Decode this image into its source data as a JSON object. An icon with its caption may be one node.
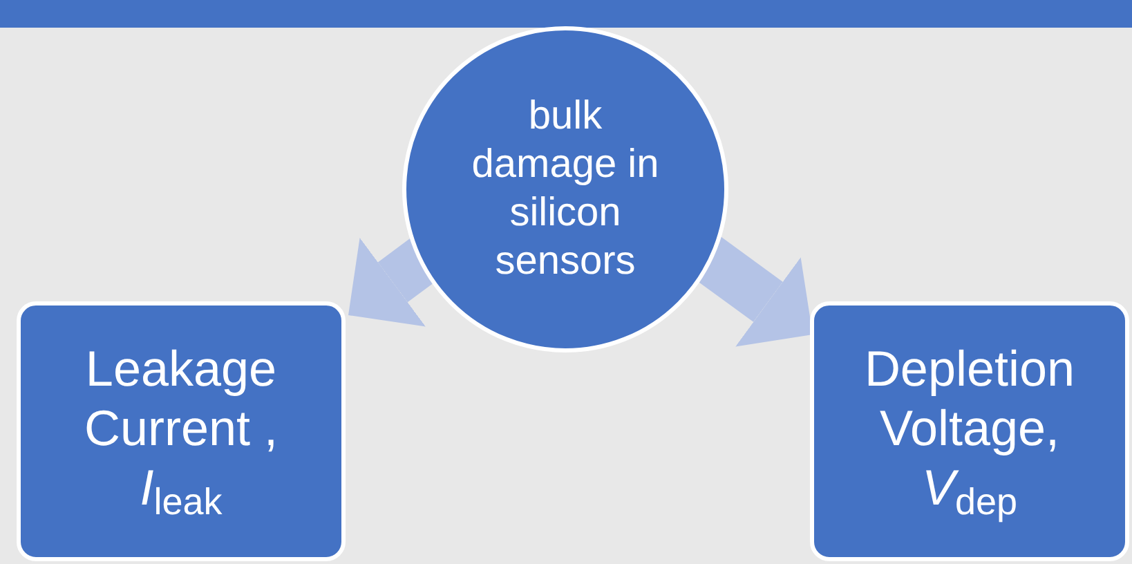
{
  "diagram": {
    "nodes": [
      {
        "text": [
          "bulk damage in silicon sensors"
        ]
      },
      {
        "text": [
          "Leakage Current , *I*$_{leak}$"
        ]
      },
      {
        "text": [
          "Depletion Voltage, *V*$_{dep}$"
        ]
      }
    ],
    "edges": [
      {
        "from": 0,
        "to": 1,
        "arrow": "to"
      },
      {
        "from": 0,
        "to": 2,
        "arrow": "to"
      }
    ]
  }
}
